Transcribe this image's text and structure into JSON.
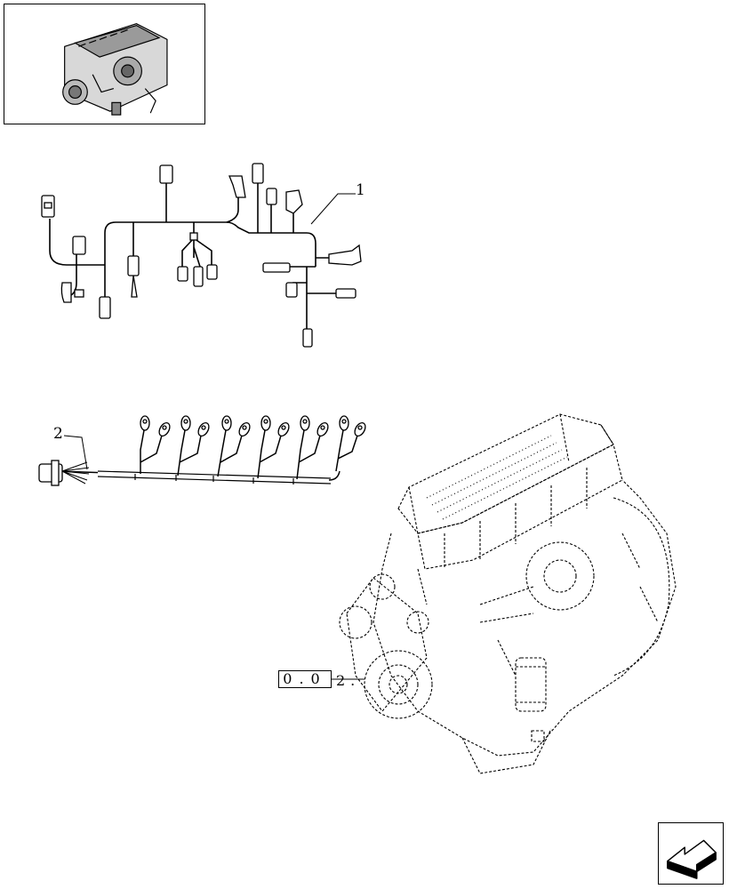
{
  "thumbnail": {
    "icon": "engine-thumbnail-icon"
  },
  "callouts": {
    "item1": "1",
    "item2": "2"
  },
  "reference": {
    "box_text": "0.0",
    "suffix": "2."
  },
  "navigation": {
    "icon": "prev-page-arrow-icon"
  },
  "colors": {
    "line": "#000000",
    "background": "#ffffff"
  }
}
